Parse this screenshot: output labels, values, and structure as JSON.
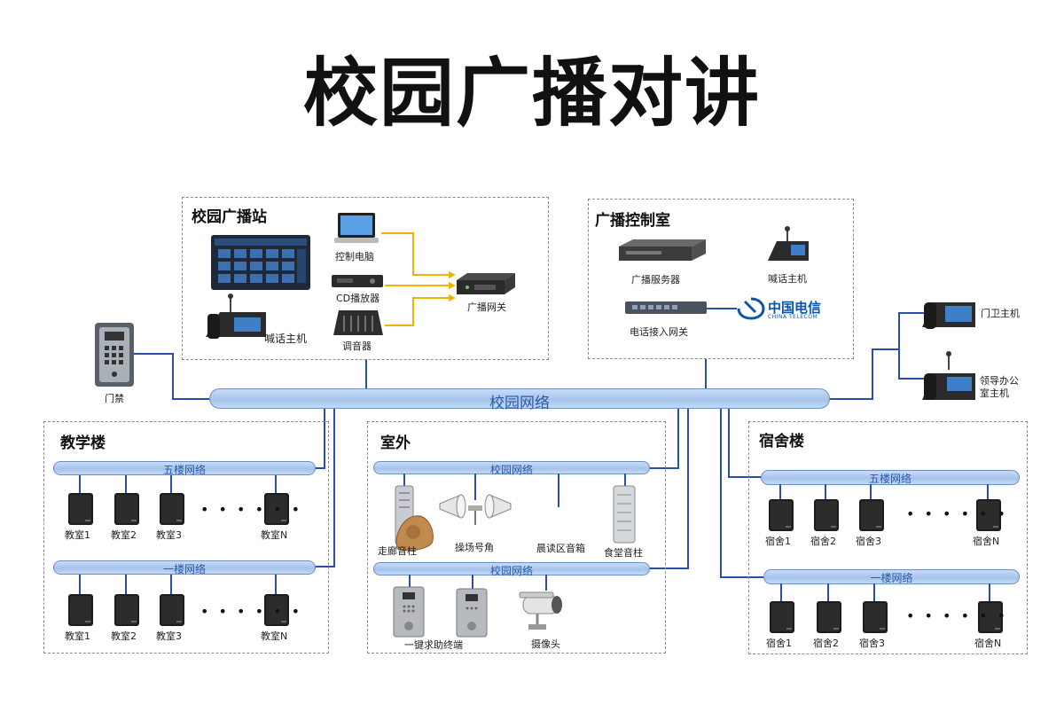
{
  "title": "校园广播对讲",
  "network_label": "校园网络",
  "campus_station": {
    "title": "校园广播站",
    "control_pc": "控制电脑",
    "cd_player": "CD播放器",
    "mixer": "调音器",
    "gateway": "广播网关",
    "mic_host": "喊话主机"
  },
  "control_room": {
    "title": "广播控制室",
    "server": "广播服务器",
    "mic_host": "喊话主机",
    "phone_gateway": "电话接入网关",
    "telecom_cn": "中国电信",
    "telecom_en": "CHINA TELECOM"
  },
  "door_access": "门禁",
  "guard_host": "门卫主机",
  "leader_host": "领导办公室主机",
  "teaching": {
    "title": "教学楼",
    "floor5": "五楼网络",
    "floor1": "一楼网络",
    "rooms_top": [
      "教室1",
      "教室2",
      "教室3",
      "教室N"
    ],
    "rooms_bottom": [
      "教室1",
      "教室2",
      "教室3",
      "教室N"
    ]
  },
  "outdoor": {
    "title": "室外",
    "net1": "校园网络",
    "net2": "校园网络",
    "corridor": "走廊音柱",
    "horn": "操场号角",
    "reading": "晨读区音箱",
    "canteen": "食堂音柱",
    "sos": "一键求助终端",
    "camera": "摄像头"
  },
  "dorm": {
    "title": "宿舍楼",
    "floor5": "五楼网络",
    "floor1": "一楼网络",
    "rooms_top": [
      "宿舍1",
      "宿舍2",
      "宿舍3",
      "宿舍N"
    ],
    "rooms_bottom": [
      "宿舍1",
      "宿舍2",
      "宿舍3",
      "宿舍N"
    ]
  },
  "ellipsis": "• • • • • •",
  "colors": {
    "network_line": "#2a4fa8",
    "audio_line": "#f0b400",
    "pipe": "#a6c3ec"
  },
  "icons": [
    "monitor-icon",
    "cd-player-icon",
    "mixer-icon",
    "gateway-icon",
    "desk-phone-icon",
    "server-icon",
    "switch-icon",
    "telecom-logo",
    "door-intercom-icon",
    "speaker-icon",
    "column-speaker-icon",
    "horn-icon",
    "rock-speaker-icon",
    "sos-terminal-icon",
    "camera-icon"
  ]
}
